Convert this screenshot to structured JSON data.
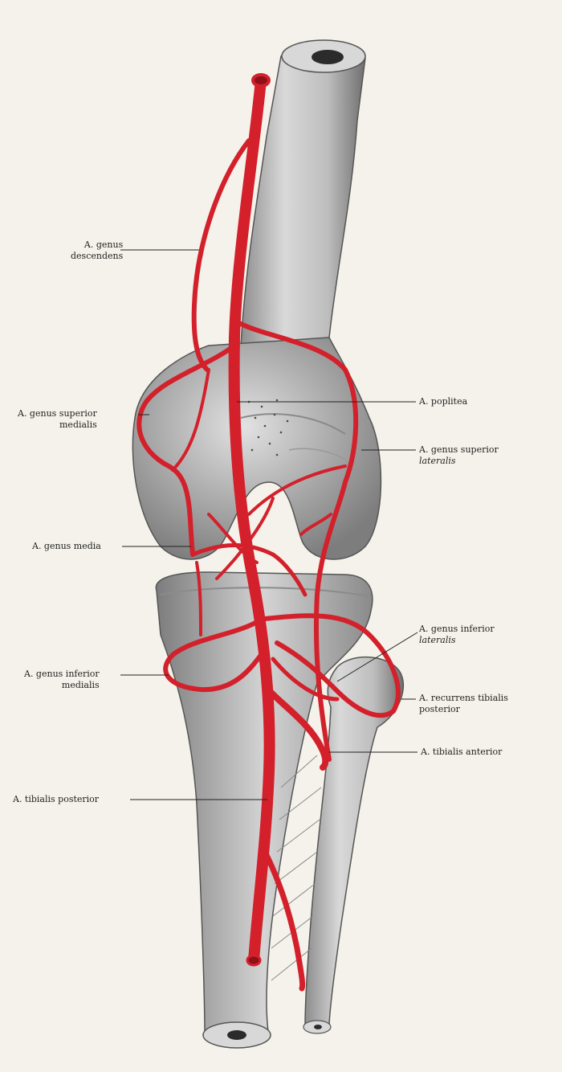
{
  "diagram": {
    "labels": {
      "genus_descendens": {
        "line1": "A. genus",
        "line2": "descendens"
      },
      "poplitea": {
        "line1": "A. poplitea"
      },
      "genus_superior_medialis": {
        "line1": "A. genus superior",
        "line2": "medialis"
      },
      "genus_superior_lateralis": {
        "line1": "A. genus superior",
        "line2": "lateralis"
      },
      "genus_media": {
        "line1": "A. genus media"
      },
      "genus_inferior_lateralis": {
        "line1": "A. genus inferior",
        "line2": "lateralis"
      },
      "genus_inferior_medialis": {
        "line1": "A. genus inferior",
        "line2": "medialis"
      },
      "recurrens_tibialis_posterior": {
        "line1": "A. recurrens tibialis",
        "line2": "posterior"
      },
      "tibialis_anterior": {
        "line1": "A. tibialis anterior"
      },
      "tibialis_posterior": {
        "line1": "A. tibialis posterior"
      }
    },
    "colors": {
      "artery": "#d3202b",
      "artery_dark": "#8f1018",
      "bone": "#cfcfcf",
      "bone_shadow": "#7a7a7a",
      "background": "#f4f2ea",
      "leader": "#222222"
    }
  }
}
